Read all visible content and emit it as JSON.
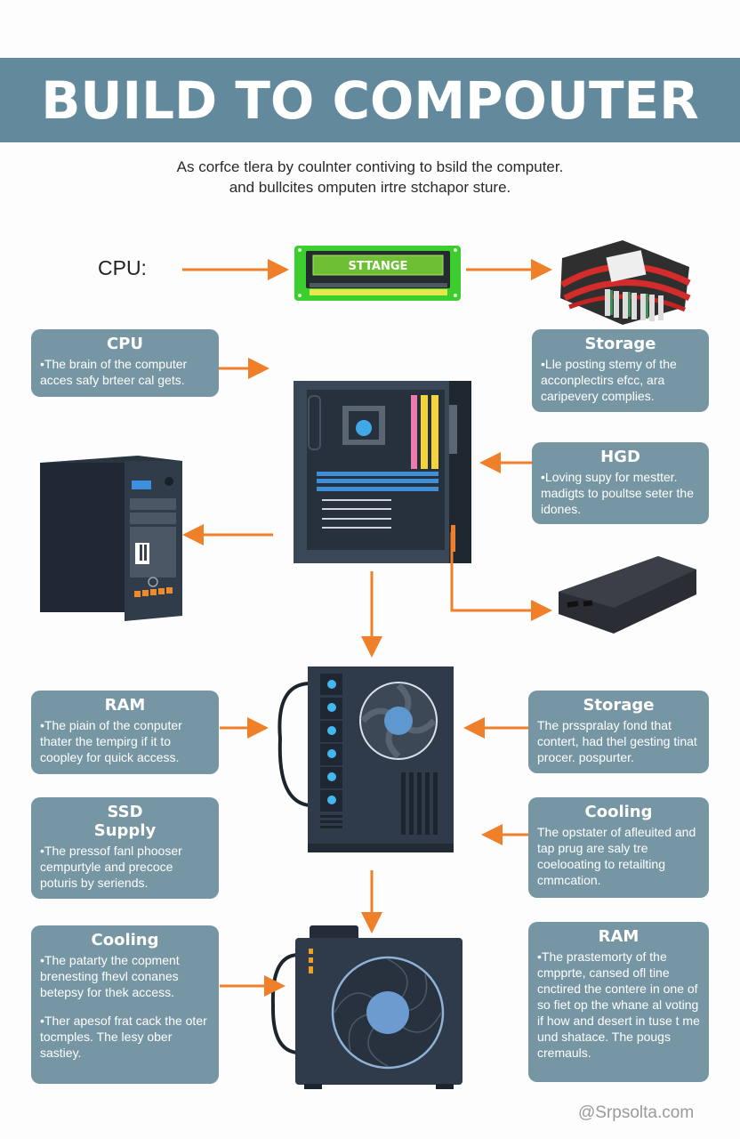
{
  "header": {
    "title": "BUILD TO COMPOUTER",
    "subtitle_lines": [
      "As corfce tlera by coulnter contiving to bsild the computer.",
      "and bullcites omputen irtre stchapor sture."
    ]
  },
  "top_row": {
    "cpu_label": "CPU:",
    "ram_module_screen_text": "STTANGE"
  },
  "cards": {
    "cpu": {
      "title": "CPU",
      "paragraphs": [
        "The brain of the computer acces safy brteer cal gets."
      ]
    },
    "storage_top": {
      "title": "Storage",
      "paragraphs": [
        "Lle posting stemy of the acconplectirs efcc, ara caripevery complies."
      ]
    },
    "hgd": {
      "title": "HGD",
      "paragraphs": [
        "Loving supy for mestter. madigts to poultse seter the idones."
      ]
    },
    "ram_left": {
      "title": "RAM",
      "paragraphs": [
        "The piain of the conputer thater the tempirg if it to coopley for quick access."
      ]
    },
    "storage_right": {
      "title": "Storage",
      "paragraphs": [
        "The prsspralay fond that contert, had thel gesting tinat procer. pospurter."
      ]
    },
    "ssd_supply": {
      "title_line1": "SSD",
      "title_line2": "Supply",
      "paragraphs": [
        "The pressof fanl phooser cempurtyle and precoce poturis by seriends."
      ]
    },
    "cooling_right": {
      "title": "Cooling",
      "paragraphs": [
        "The opstater of afleuited and tap prug are saly tre coelooating to retailting cmmcation."
      ]
    },
    "cooling_left": {
      "title": "Cooling",
      "paragraphs": [
        "The patarty the copment brenesting fhevl conanes betepsy for thek access.",
        "Ther apesof frat cack the oter tocmples. The lesy ober sastiey."
      ]
    },
    "ram_right": {
      "title": "RAM",
      "paragraphs": [
        "The prastemorty of the cmpprte, cansed ofl tine cnctired the contere in one of so fiet op the whane al voting if how and desert in tuse t me und shatace. The pougs cremauls."
      ]
    }
  },
  "footer": {
    "watermark": "@Srpsolta.com"
  },
  "colors": {
    "banner": "#628a9c",
    "card": "#7696a3",
    "arrow": "#f07f2a",
    "hardware_dark": "#2c3745",
    "accent_blue": "#3fa9e8"
  }
}
